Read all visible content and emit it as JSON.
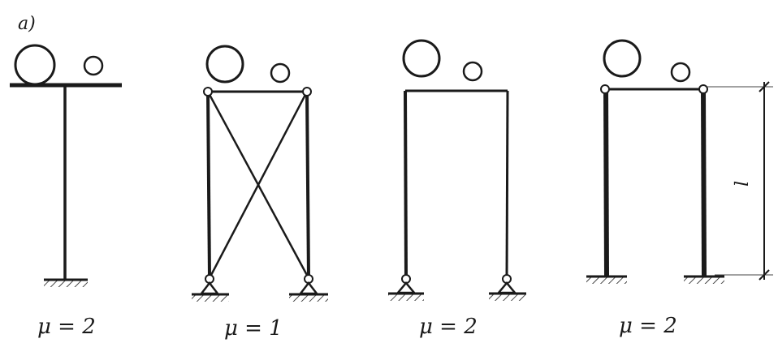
{
  "figure_label": "а)",
  "schemes": [
    {
      "support_label": "μ = 2"
    },
    {
      "support_label": "μ = 1"
    },
    {
      "support_label": "μ = 2"
    },
    {
      "support_label": "μ = 2"
    }
  ],
  "dimension_label": "l"
}
